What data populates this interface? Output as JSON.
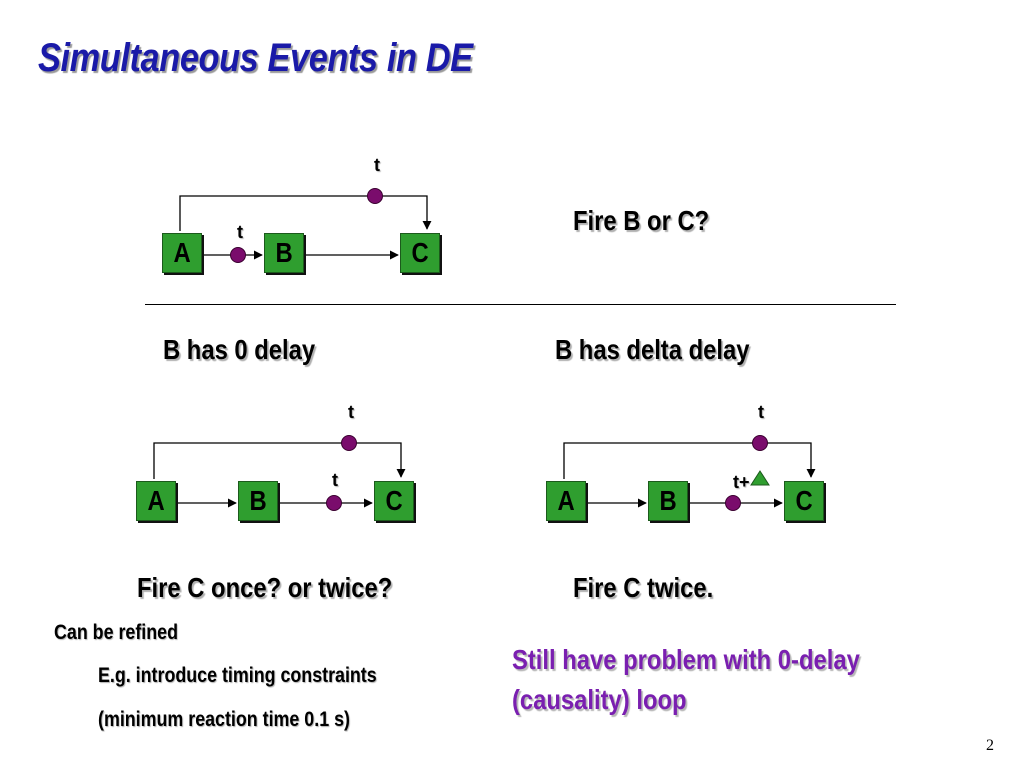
{
  "slide": {
    "title": "Simultaneous Events in DE",
    "question_top": "Fire B or C?",
    "left_heading": "B has 0 delay",
    "right_heading": "B has delta delay",
    "left_question": "Fire C once? or twice?",
    "right_answer": "Fire C twice.",
    "note_title": "Can be refined",
    "note_line1": "E.g. introduce timing constraints",
    "note_line2": "(minimum reaction time 0.1 s)",
    "problem_line1": "Still have problem with 0-delay",
    "problem_line2": "(causality) loop",
    "page_number": "2"
  },
  "diagrams": {
    "top": {
      "actor_a": "A",
      "actor_b": "B",
      "actor_c": "C",
      "event_feedback": "t",
      "event_ab": "t"
    },
    "left": {
      "actor_a": "A",
      "actor_b": "B",
      "actor_c": "C",
      "event_feedback": "t",
      "event_bc": "t"
    },
    "right": {
      "actor_a": "A",
      "actor_b": "B",
      "actor_c": "C",
      "event_feedback": "t",
      "event_bc": "t+"
    }
  },
  "colors": {
    "title": "#1a1aa8",
    "actor_fill": "#2f9e2f",
    "event_token": "#7a0c6c",
    "delta_triangle": "#2f9e2f",
    "problem_text": "#7a1fb0"
  },
  "icons": {
    "event_token": "purple-circle-token",
    "delta": "green-triangle-delta"
  }
}
